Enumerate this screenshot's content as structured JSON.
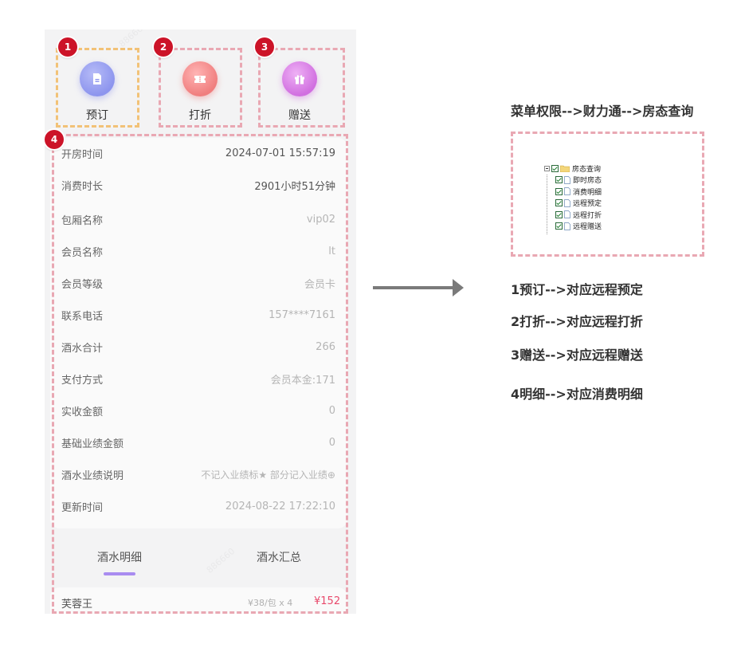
{
  "actions": [
    {
      "badge": "1",
      "label": "预订",
      "icon": "document-icon",
      "color": "#8d95ee"
    },
    {
      "badge": "2",
      "label": "打折",
      "icon": "ticket-icon",
      "color": "#f07e7e"
    },
    {
      "badge": "3",
      "label": "赠送",
      "icon": "gift-icon",
      "color": "#d16fe0"
    }
  ],
  "detail_badge": "4",
  "details": [
    {
      "label": "开房时间",
      "value": "2024-07-01 15:57:19"
    },
    {
      "label": "消费时长",
      "value": "2901小时51分钟"
    },
    {
      "label": "包厢名称",
      "value": "vip02"
    },
    {
      "label": "会员名称",
      "value": "lt"
    },
    {
      "label": "会员等级",
      "value": "会员卡"
    },
    {
      "label": "联系电话",
      "value": "157****7161"
    },
    {
      "label": "酒水合计",
      "value": "266"
    },
    {
      "label": "支付方式",
      "value": "会员本金:171"
    },
    {
      "label": "实收金额",
      "value": "0"
    },
    {
      "label": "基础业绩金额",
      "value": "0"
    },
    {
      "label": "酒水业绩说明",
      "value": "不记入业绩标★ 部分记入业绩⊕"
    },
    {
      "label": "更新时间",
      "value": "2024-08-22 17:22:10"
    }
  ],
  "tabs": [
    "酒水明细",
    "酒水汇总"
  ],
  "item": {
    "name": "芙蓉王",
    "qty": "¥38/包 x 4",
    "price": "¥152"
  },
  "watermark": [
    "886660",
    "wen"
  ],
  "notes": {
    "title": "菜单权限-->财力通-->房态查询",
    "tree": {
      "root": "房态查询",
      "children": [
        "即时房态",
        "消费明细",
        "远程预定",
        "远程打折",
        "远程赠送"
      ]
    },
    "lines": [
      "1预订-->对应远程预定",
      "2打折-->对应远程打折",
      "3赠送-->对应远程赠送",
      "4明细-->对应消费明细"
    ]
  },
  "colors": {
    "dash": "#e9a8b3",
    "highlight_dash": "#f2c277",
    "badge": "#cc1328",
    "tab_underline": "#a98cf0",
    "price": "#e8496b"
  }
}
